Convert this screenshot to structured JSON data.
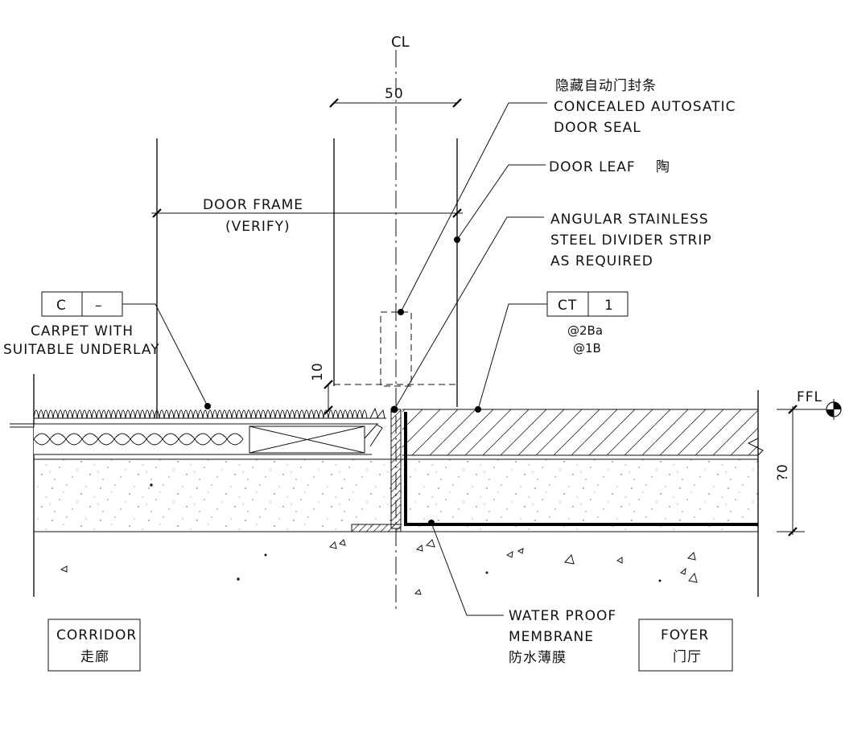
{
  "centerline_symbol": "CL",
  "dimensions": {
    "door_leaf_width": "50",
    "threshold_height": "10",
    "slab_depth": "?0"
  },
  "level_mark": "FFL",
  "labels": {
    "door_frame": {
      "line1": "DOOR FRAME",
      "line2": "(VERIFY)"
    },
    "door_seal": {
      "cn": "隐藏自动门封条",
      "line1": "CONCEALED AUTOSATIC",
      "line2": "DOOR SEAL"
    },
    "door_leaf": {
      "en": "DOOR LEAF",
      "cn": "陶"
    },
    "divider_strip": {
      "line1": "ANGULAR STAINLESS",
      "line2": "STEEL DIVIDER STRIP",
      "line3": "AS REQUIRED"
    },
    "carpet": {
      "tag_left": "C",
      "tag_right": "–",
      "line1": "CARPET WITH",
      "line2": "SUITABLE UNDERLAY"
    },
    "tile": {
      "tag_left": "CT",
      "tag_right": "1",
      "ref1": "@2Ba",
      "ref2": "@1B"
    },
    "membrane": {
      "line1": "WATER PROOF",
      "line2": "MEMBRANE",
      "cn": "防水薄膜"
    }
  },
  "rooms": {
    "corridor": {
      "en": "CORRIDOR",
      "cn": "走廊"
    },
    "foyer": {
      "en": "FOYER",
      "cn": "门厅"
    }
  }
}
